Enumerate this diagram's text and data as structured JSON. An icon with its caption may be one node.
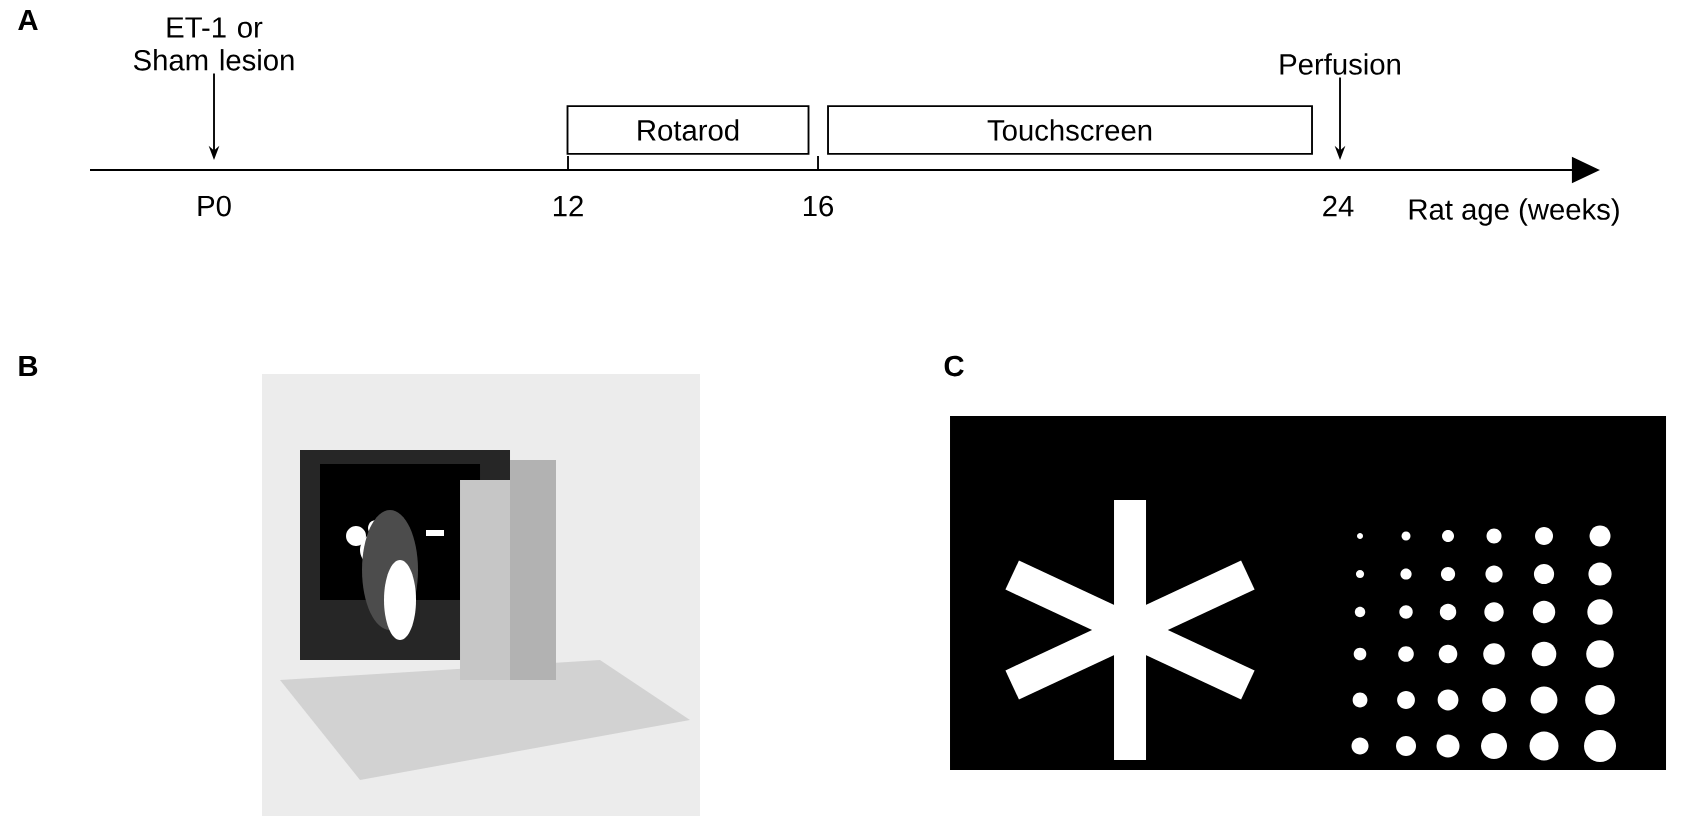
{
  "diagram": {
    "nodes": [
      {
        "text": [
          "ET-1 or Sham lesion"
        ]
      },
      {
        "text": [
          "Rotarod"
        ]
      },
      {
        "text": [
          "Touchscreen"
        ]
      },
      {
        "text": [
          "Perfusion"
        ]
      }
    ],
    "edges": [
      {
        "from": 0,
        "to": null,
        "arrow": "to"
      },
      {
        "from": 3,
        "to": null,
        "arrow": "to"
      }
    ],
    "labels": [
      "A",
      "P0",
      "12",
      "16",
      "24",
      "Rat age (weeks)",
      "B",
      "C"
    ]
  }
}
